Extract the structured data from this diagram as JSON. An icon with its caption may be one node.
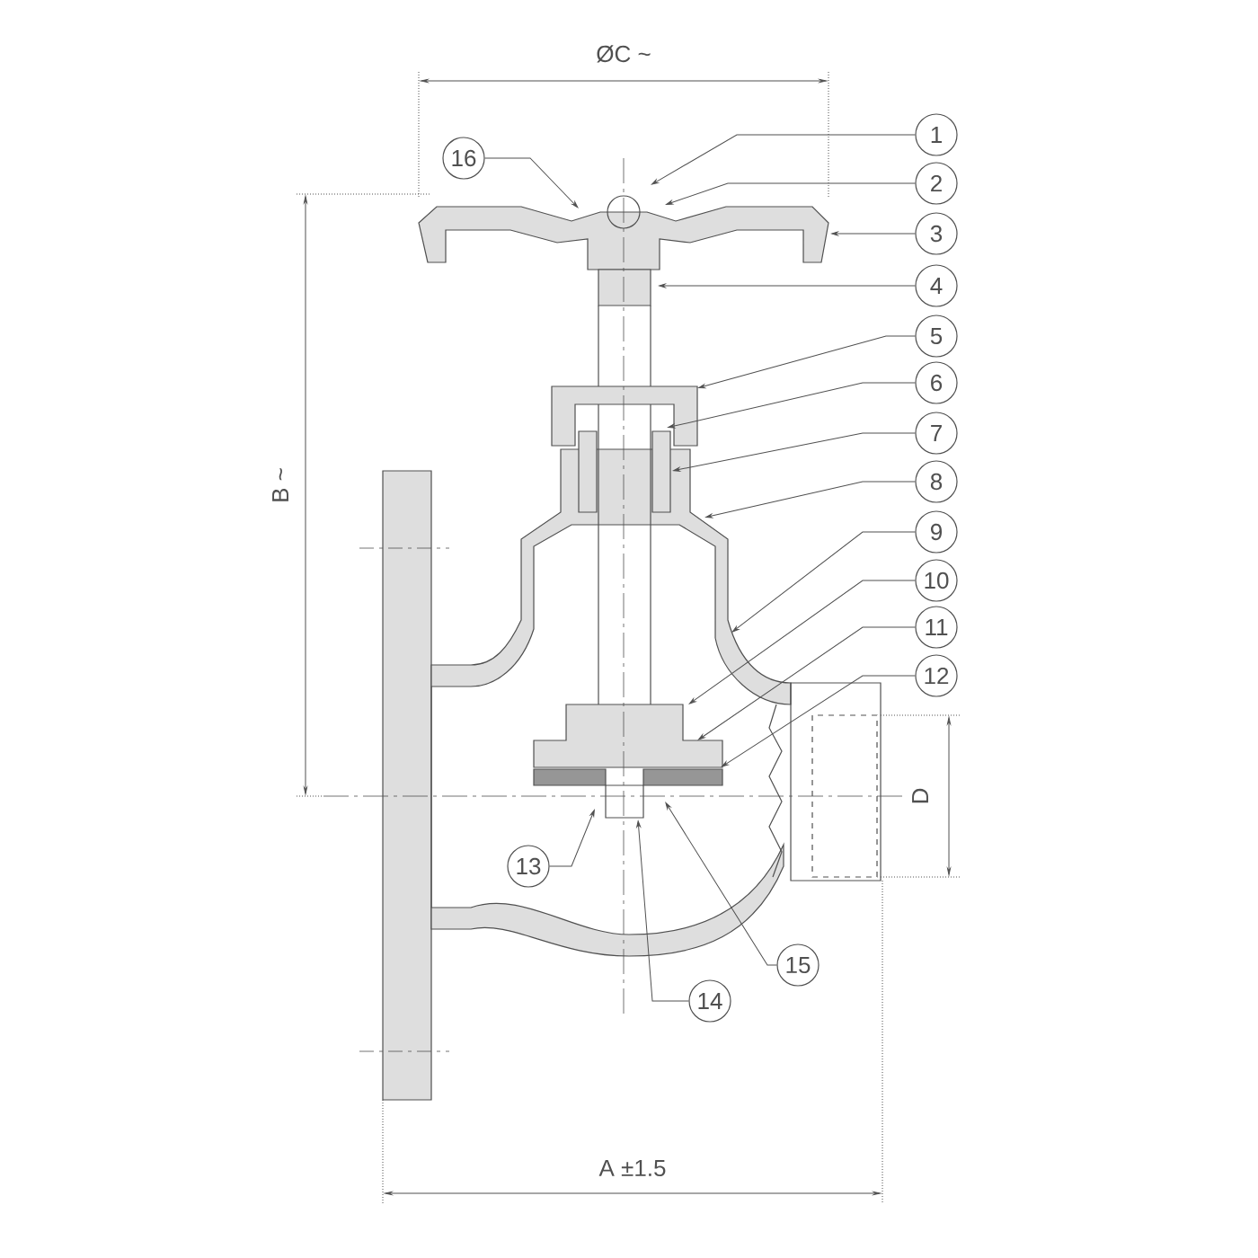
{
  "diagram": {
    "nodes": [
      {
        "text": [
          "1"
        ]
      },
      {
        "text": [
          "16"
        ]
      },
      {
        "text": [
          "2"
        ]
      },
      {
        "text": [
          "3"
        ]
      },
      {
        "text": [
          "4"
        ]
      },
      {
        "text": [
          "5"
        ]
      },
      {
        "text": [
          "6"
        ]
      },
      {
        "text": [
          "7"
        ]
      },
      {
        "text": [
          "8"
        ]
      },
      {
        "text": [
          "9"
        ]
      },
      {
        "text": [
          "10"
        ]
      },
      {
        "text": [
          "11"
        ]
      },
      {
        "text": [
          "12"
        ]
      },
      {
        "text": [
          "13"
        ]
      },
      {
        "text": [
          "15"
        ]
      },
      {
        "text": [
          "14"
        ]
      }
    ],
    "edges": [
      {
        "from": 0,
        "to": null,
        "arrow": "to"
      },
      {
        "from": 1,
        "to": null,
        "arrow": "to"
      },
      {
        "from": 2,
        "to": null,
        "arrow": "to"
      },
      {
        "from": 3,
        "to": null,
        "arrow": "to"
      },
      {
        "from": 4,
        "to": null,
        "arrow": "to"
      },
      {
        "from": 5,
        "to": null,
        "arrow": "to"
      },
      {
        "from": 6,
        "to": null,
        "arrow": "to"
      },
      {
        "from": 7,
        "to": null,
        "arrow": "to"
      },
      {
        "from": 8,
        "to": null,
        "arrow": "to"
      },
      {
        "from": 9,
        "to": null,
        "arrow": "to"
      },
      {
        "from": 10,
        "to": null,
        "arrow": "to"
      },
      {
        "from": 11,
        "to": null,
        "arrow": "to"
      },
      {
        "from": 12,
        "to": null,
        "arrow": "to"
      },
      {
        "from": 13,
        "to": null,
        "arrow": "to"
      },
      {
        "from": 14,
        "to": null,
        "arrow": "to"
      },
      {
        "from": 15,
        "to": null,
        "arrow": "to"
      }
    ],
    "labels": [
      "ØC ~",
      "B ~",
      "D",
      "A ±1.5"
    ]
  }
}
